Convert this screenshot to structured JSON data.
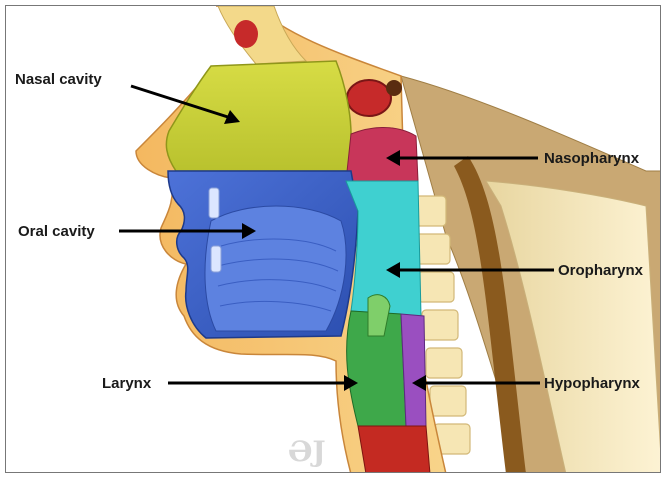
{
  "labels": {
    "nasal_cavity": "Nasal cavity",
    "oral_cavity": "Oral cavity",
    "larynx": "Larynx",
    "nasopharynx": "Nasopharynx",
    "oropharynx": "Oropharynx",
    "hypopharynx": "Hypopharynx"
  },
  "colors": {
    "nasal_cavity": "#c9d23a",
    "oral_cavity": "#3b62c9",
    "nasopharynx": "#c8365a",
    "oropharynx": "#3fd0d0",
    "hypopharynx": "#9a4fc0",
    "larynx": "#3ea84a",
    "skin": "#f6c06a",
    "bone": "#f3dfa6"
  }
}
